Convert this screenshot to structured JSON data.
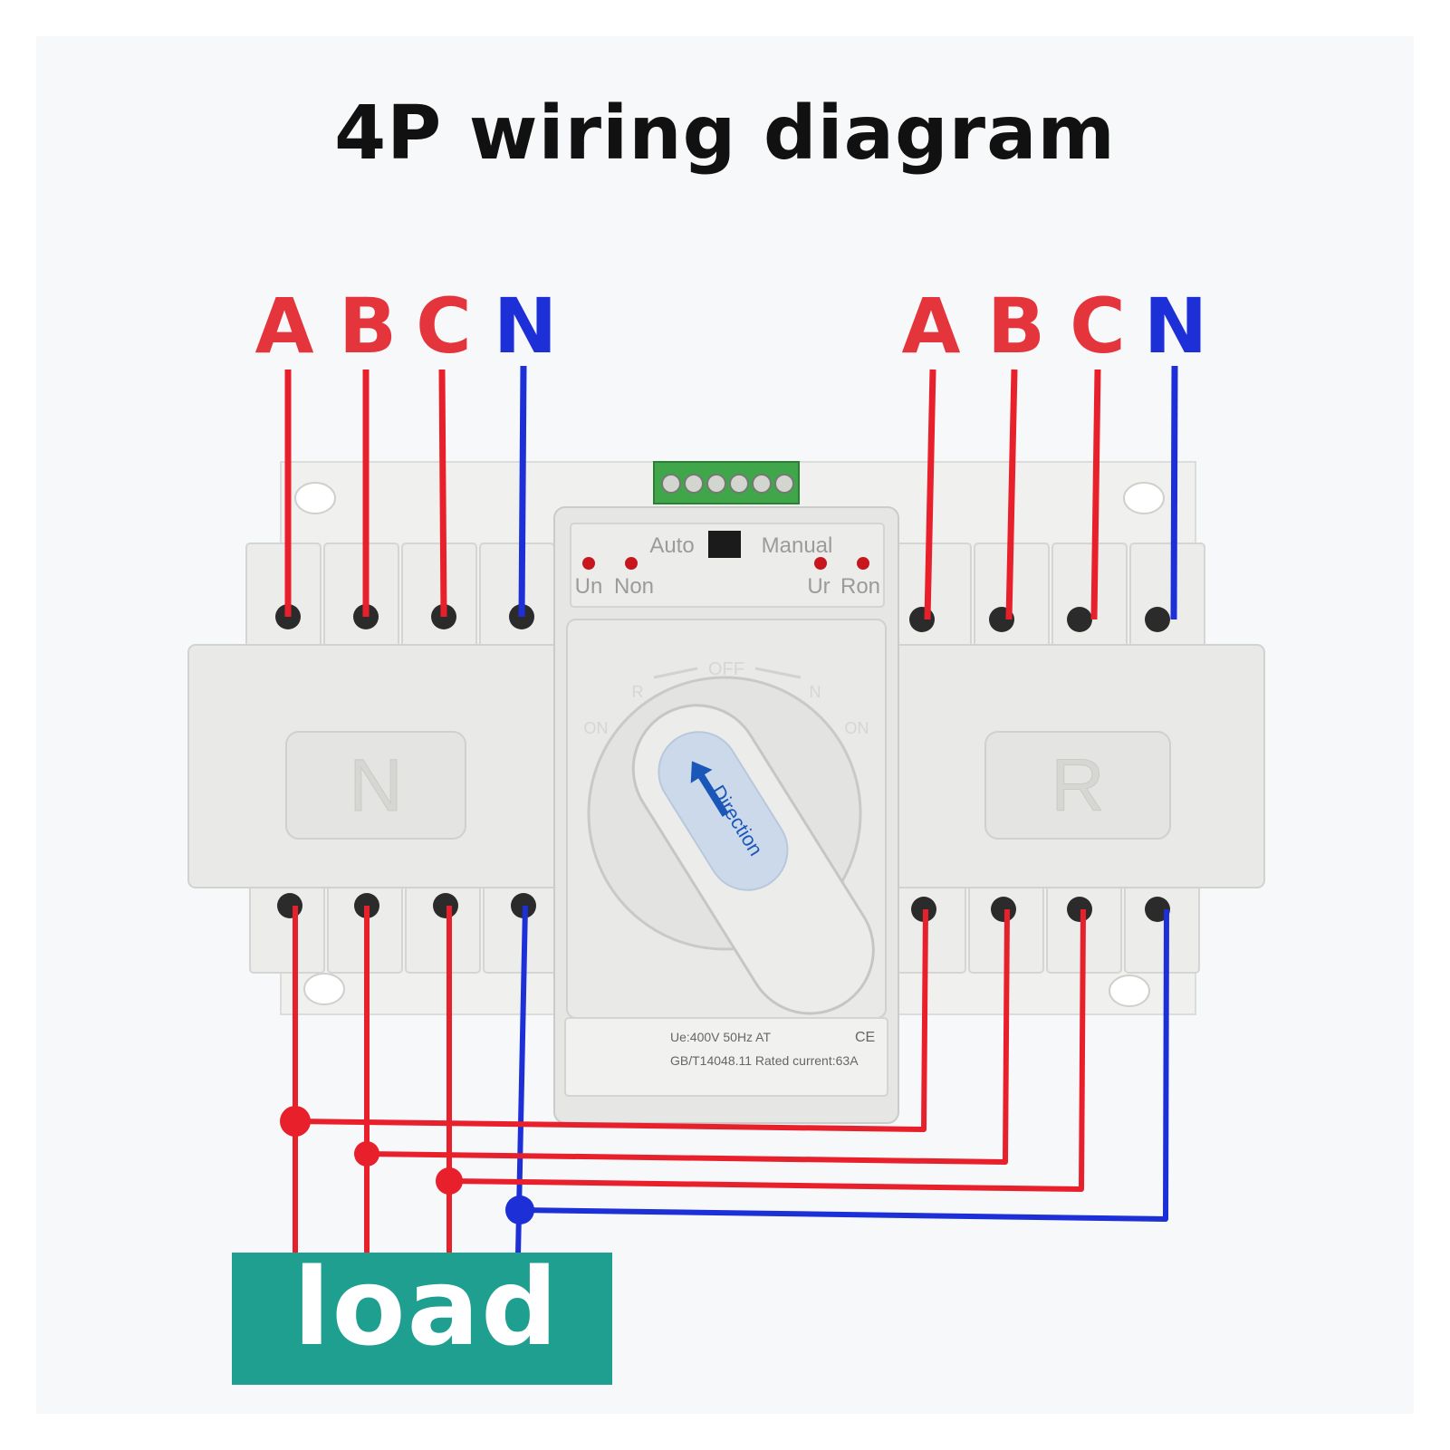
{
  "title": "4P wiring diagram",
  "source_left": {
    "phases": [
      "A",
      "B",
      "C",
      "N"
    ]
  },
  "source_right": {
    "phases": [
      "A",
      "B",
      "C",
      "N"
    ]
  },
  "switch": {
    "mode_auto": "Auto",
    "mode_manual": "Manual",
    "indicator_un": "Un",
    "indicator_non": "Non",
    "indicator_ur": "Ur",
    "indicator_ron": "Ron",
    "dial_off": "OFF",
    "dial_r": "R",
    "dial_n": "N",
    "dial_on_left": "ON",
    "dial_on_right": "ON",
    "handle_label": "Direction",
    "left_module": "N",
    "right_module": "R",
    "rating_line1": "Ue:400V  50Hz  AT",
    "rating_line2": "GB/T14048.11  Rated current:63A",
    "ce_mark": "CE"
  },
  "load_label": "load",
  "colors": {
    "phase_wire": "#e8202c",
    "neutral_wire": "#1d2fd6",
    "load_box": "#1f9f8f",
    "device_body": "#e9e9e7"
  }
}
